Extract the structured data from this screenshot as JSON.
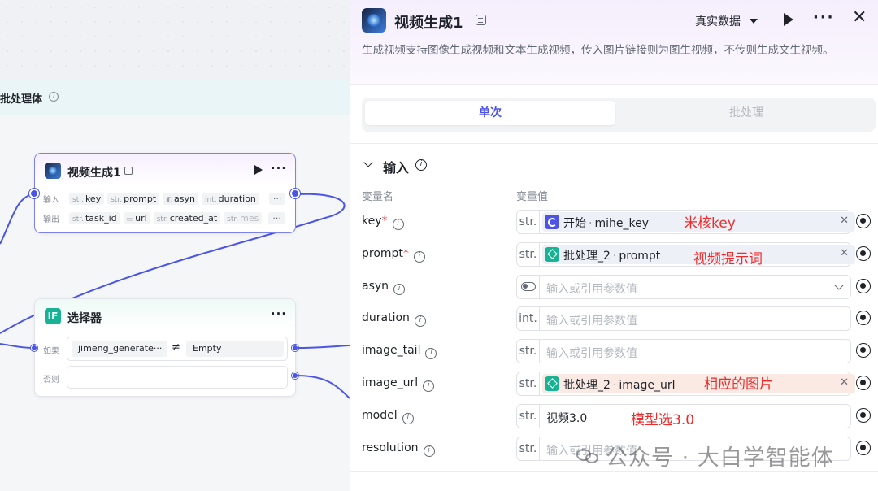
{
  "canvas": {
    "batch_title": "批处理体",
    "video_node": {
      "title": "视频生成1",
      "input_label": "输入",
      "output_label": "输出",
      "inputs": [
        {
          "type": "str.",
          "name": "key"
        },
        {
          "type": "str.",
          "name": "prompt"
        },
        {
          "type": "toggle",
          "name": "asyn"
        },
        {
          "type": "int.",
          "name": "duration"
        }
      ],
      "outputs": [
        {
          "type": "str.",
          "name": "task_id"
        },
        {
          "type": "obj",
          "name": "url"
        },
        {
          "type": "str.",
          "name": "created_at"
        },
        {
          "type": "str.",
          "name": "mes"
        }
      ],
      "more": "···"
    },
    "selector_node": {
      "icon_text": "IF",
      "title": "选择器",
      "if_label": "如果",
      "else_label": "否则",
      "condition_left": "jimeng_generate···",
      "condition_op": "≠",
      "condition_right": "Empty"
    }
  },
  "panel": {
    "title": "视频生成1",
    "mode": "真实数据",
    "description": "生成视频支持图像生成视频和文本生成视频，传入图片链接则为图生视频，不传则生成文生视频。",
    "tabs": [
      "单次",
      "批处理"
    ],
    "section_title": "输入",
    "col_name": "变量名",
    "col_value": "变量值",
    "params": [
      {
        "name": "key",
        "required": true,
        "type": "str.",
        "ref_source": "开始",
        "ref_field": "mihe_key",
        "ref_icon": "start-icon",
        "note": "米核key"
      },
      {
        "name": "prompt",
        "required": true,
        "type": "str.",
        "ref_source": "批处理_2",
        "ref_field": "prompt",
        "ref_icon": "batch-icon",
        "note": "视频提示词"
      },
      {
        "name": "asyn",
        "required": false,
        "type": "toggle",
        "placeholder": "输入或引用参数值"
      },
      {
        "name": "duration",
        "required": false,
        "type": "int.",
        "placeholder": "输入或引用参数值"
      },
      {
        "name": "image_tail",
        "required": false,
        "type": "str.",
        "placeholder": "输入或引用参数值"
      },
      {
        "name": "image_url",
        "required": false,
        "type": "str.",
        "ref_source": "批处理_2",
        "ref_field": "image_url",
        "ref_icon": "batch-icon",
        "note": "相应的图片"
      },
      {
        "name": "model",
        "required": false,
        "type": "str.",
        "value": "视频3.0",
        "note": "模型选3.0"
      },
      {
        "name": "resolution",
        "required": false,
        "type": "str.",
        "placeholder": "输入或引用参数值"
      }
    ],
    "watermark": "公众号 · 大白学智能体"
  },
  "colors": {
    "accent": "#4d53e8",
    "batch_green": "#17b394",
    "note_red": "#ee2b2b"
  }
}
